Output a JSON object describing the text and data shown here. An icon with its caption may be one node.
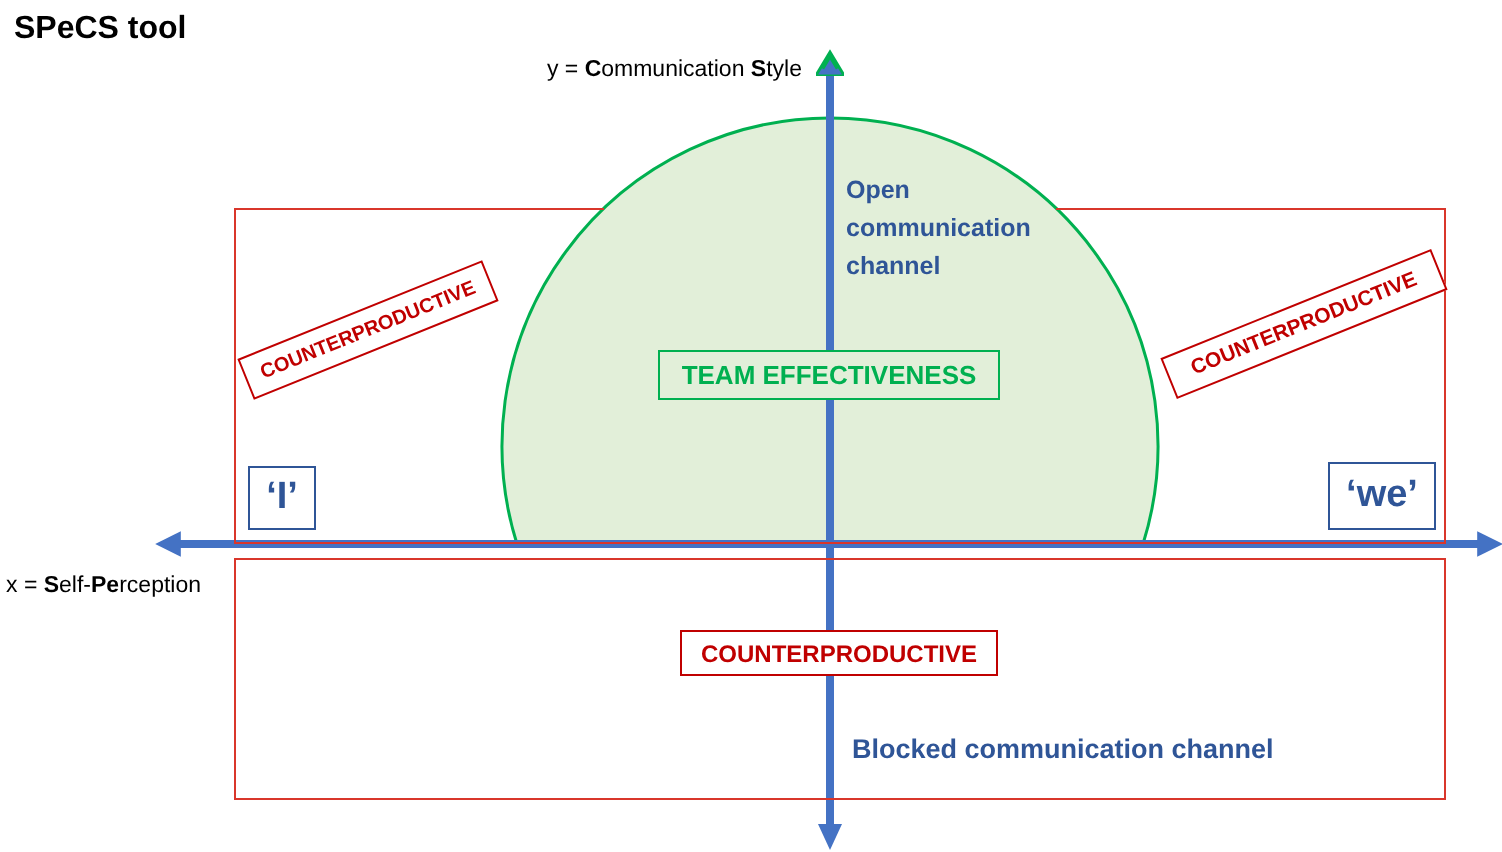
{
  "diagram": {
    "title": "SPeCS tool",
    "nodes": [
      {
        "text": [],
        "shape": "box"
      },
      {
        "text": [],
        "shape": "semicircle"
      },
      {
        "text": [
          "TEAM EFFECTIVENESS"
        ]
      },
      {
        "text": [
          "COUNTERPRODUCTIVE"
        ],
        "in": 0
      },
      {
        "text": [
          "COUNTERPRODUCTIVE"
        ],
        "in": 0
      },
      {
        "text": [
          "‘I’"
        ],
        "in": 0
      },
      {
        "text": [
          "‘we’"
        ],
        "in": 0
      },
      {
        "text": [],
        "shape": "box"
      },
      {
        "text": [
          "COUNTERPRODUCTIVE"
        ],
        "in": 7
      }
    ],
    "labels": [
      "y = **C**ommunication **S**tyle",
      "Open communication channel",
      "x = **S**elf-**Pe**rception",
      "Blocked communication channel"
    ]
  }
}
